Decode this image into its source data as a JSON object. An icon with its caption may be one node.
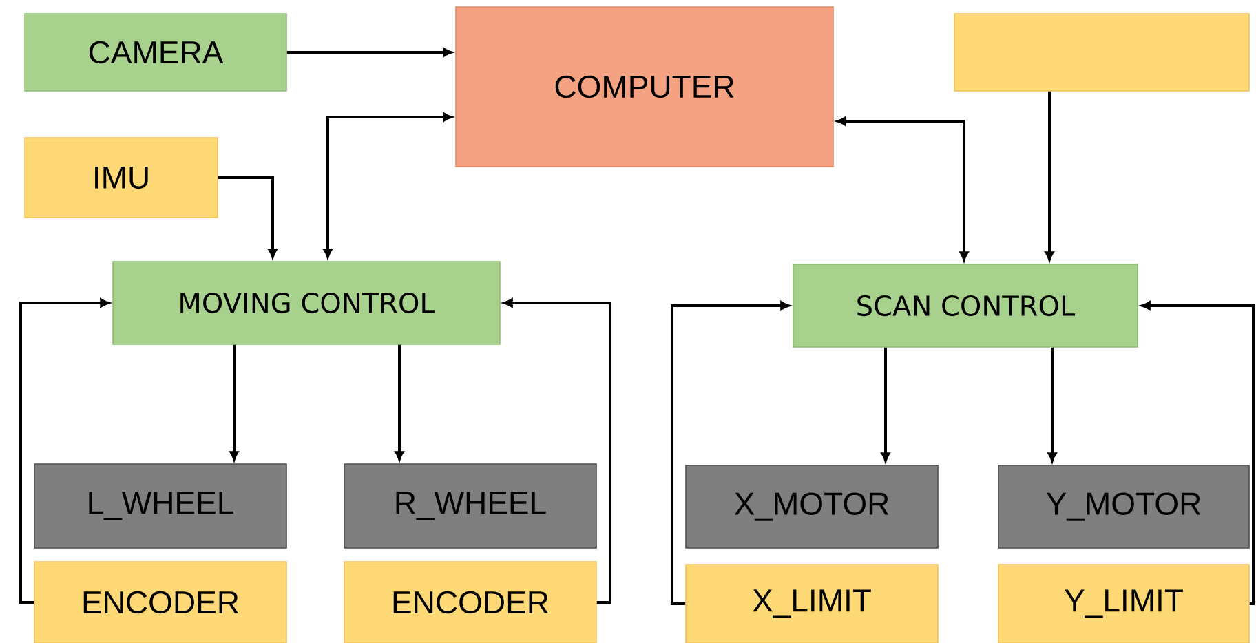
{
  "diagram": {
    "nodes": [
      {
        "text": [
          "CAMERA"
        ]
      },
      {
        "text": [
          "COMPUTER"
        ]
      },
      {
        "text": [],
        "shape": "box"
      },
      {
        "text": [
          "IMU"
        ]
      },
      {
        "text": [
          "MOVING CONTROL"
        ]
      },
      {
        "text": [
          "SCAN CONTROL"
        ]
      },
      {
        "text": [
          "L_WHEEL"
        ]
      },
      {
        "text": [
          "R_WHEEL"
        ]
      },
      {
        "text": [
          "X_MOTOR"
        ]
      },
      {
        "text": [
          "Y_MOTOR"
        ]
      },
      {
        "text": [
          "ENCODER"
        ]
      },
      {
        "text": [
          "ENCODER"
        ]
      },
      {
        "text": [
          "X_LIMIT"
        ]
      },
      {
        "text": [
          "Y_LIMIT"
        ]
      }
    ],
    "edges": [
      {
        "from": 0,
        "to": 1,
        "arrow": "to"
      },
      {
        "from": 1,
        "to": 4,
        "arrow": "both"
      },
      {
        "from": 3,
        "to": 4,
        "arrow": "to"
      },
      {
        "from": 1,
        "to": 5,
        "arrow": "both"
      },
      {
        "from": 2,
        "to": 5,
        "arrow": "to"
      },
      {
        "from": 4,
        "to": 6,
        "arrow": "to"
      },
      {
        "from": 4,
        "to": 7,
        "arrow": "to"
      },
      {
        "from": 5,
        "to": 8,
        "arrow": "to"
      },
      {
        "from": 5,
        "to": 9,
        "arrow": "to"
      },
      {
        "from": 10,
        "to": 4,
        "arrow": "to"
      },
      {
        "from": 11,
        "to": 4,
        "arrow": "to"
      },
      {
        "from": 12,
        "to": 5,
        "arrow": "to"
      },
      {
        "from": 13,
        "to": 5,
        "arrow": "to"
      }
    ]
  }
}
